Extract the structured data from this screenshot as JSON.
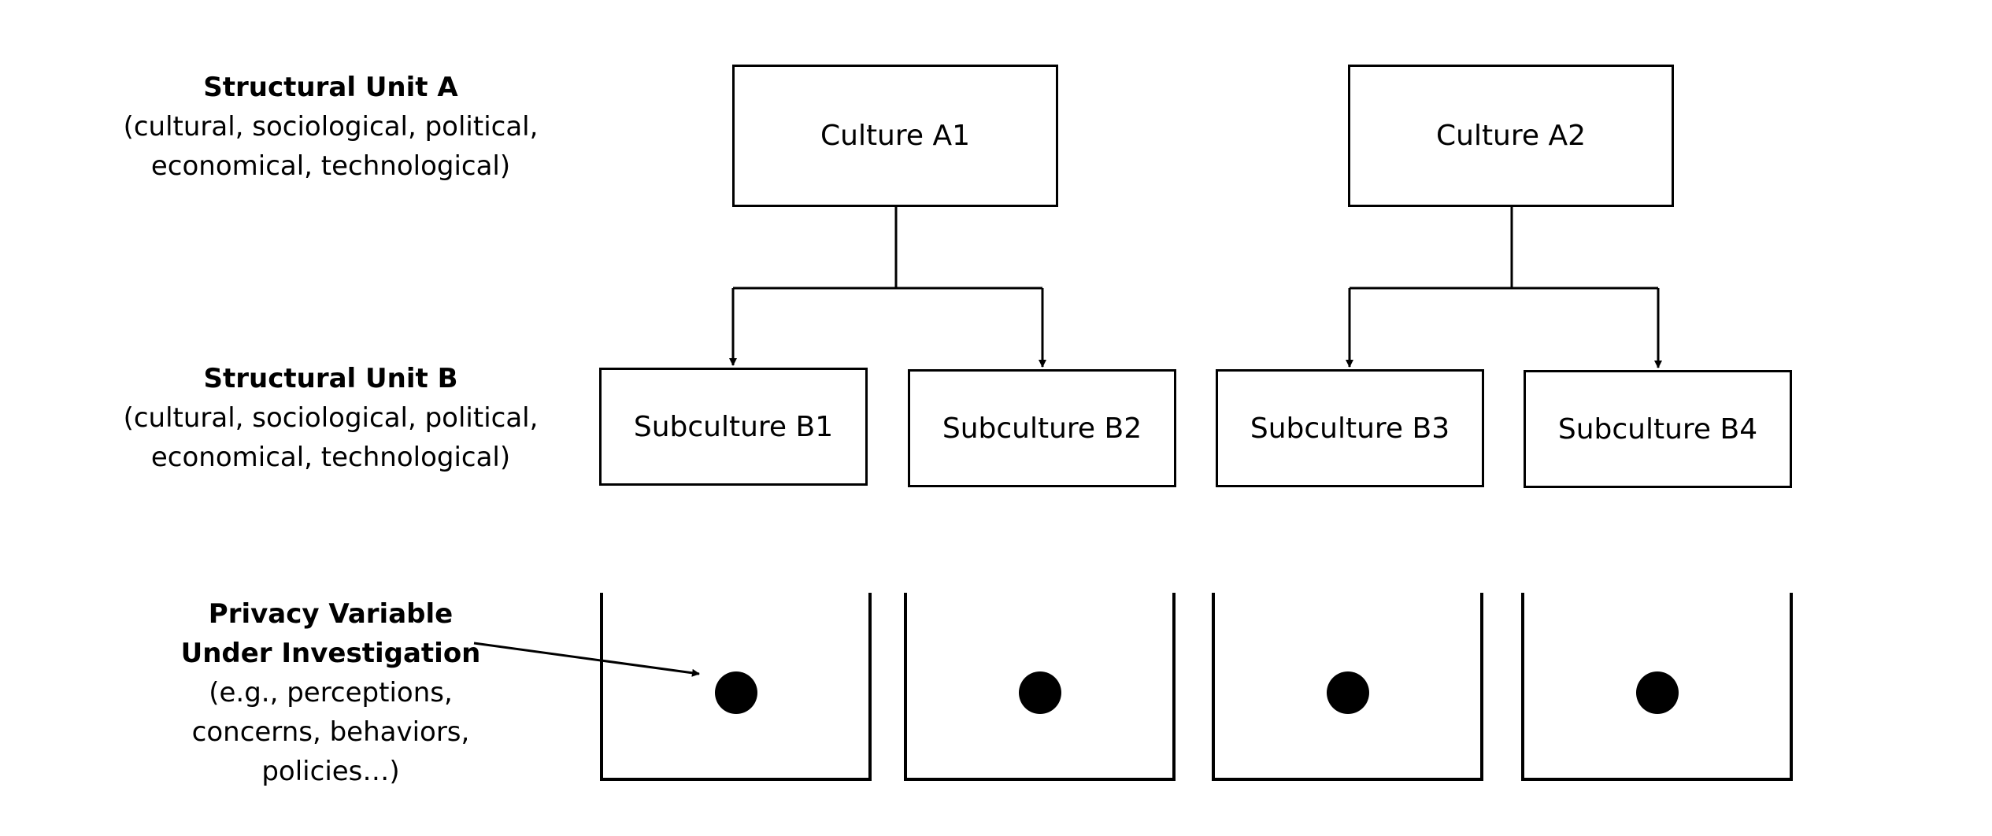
{
  "labels": {
    "unit_a": {
      "title": "Structural Unit A",
      "line1": "(cultural, sociological, political,",
      "line2": "economical, technological)"
    },
    "unit_b": {
      "title": "Structural Unit B",
      "line1": "(cultural, sociological, political,",
      "line2": "economical, technological)"
    },
    "privacy": {
      "title1": "Privacy Variable",
      "title2": "Under Investigation",
      "line1": "(e.g., perceptions,",
      "line2": "concerns, behaviors,",
      "line3": "policies…)"
    }
  },
  "cultures": [
    {
      "label": "Culture A1"
    },
    {
      "label": "Culture A2"
    }
  ],
  "subcultures": [
    {
      "label": "Subculture B1"
    },
    {
      "label": "Subculture B2"
    },
    {
      "label": "Subculture B3"
    },
    {
      "label": "Subculture B4"
    }
  ],
  "colors": {
    "stroke": "#000000",
    "background": "#ffffff"
  }
}
